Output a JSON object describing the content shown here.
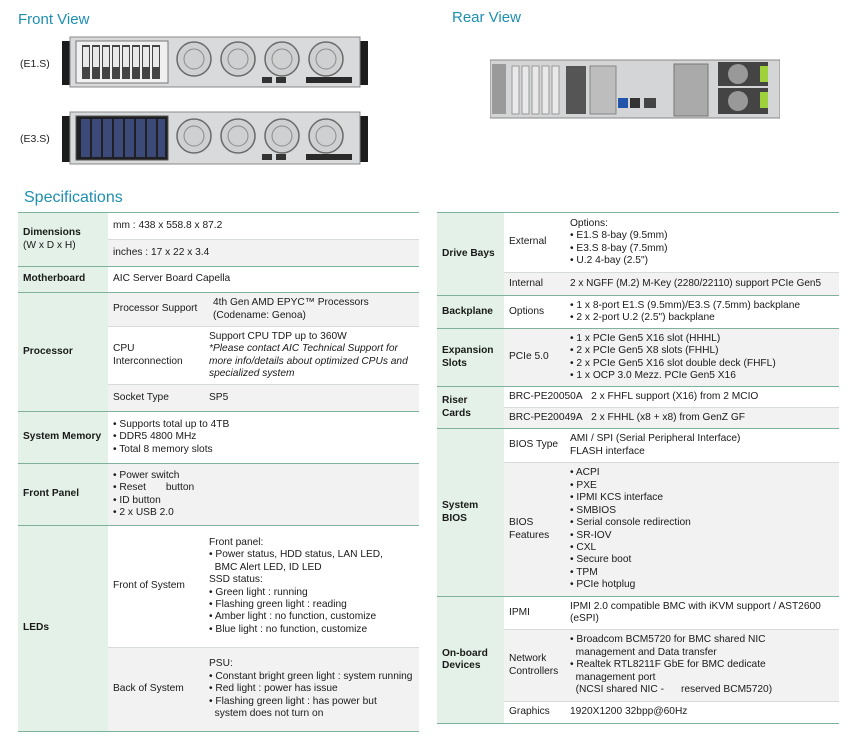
{
  "views": {
    "front": "Front View",
    "rear": "Rear View"
  },
  "variants": {
    "e1s": "(E1.S)",
    "e3s": "(E3.S)"
  },
  "specs_title": "Specifications",
  "left": {
    "dimensions": {
      "label": "Dimensions",
      "sublabel": "(W x D x H)",
      "mm": "mm : 438 x 558.8 x 87.2",
      "inches": "inches : 17 x 22 x 3.4"
    },
    "motherboard": {
      "label": "Motherboard",
      "value": "AIC Server Board Capella"
    },
    "processor": {
      "label": "Processor",
      "support_label": "Processor Support",
      "support_value": "4th Gen AMD EPYC™ Processors (Codename: Genoa)",
      "cpu_label": "CPU Interconnection",
      "cpu_value": "Support CPU TDP up to 360W",
      "cpu_note": "*Please contact AIC Technical Support for more info/details about optimized CPUs and specialized system",
      "socket_label": "Socket Type",
      "socket_value": "SP5"
    },
    "memory": {
      "label": "System Memory",
      "items": [
        "• Supports total up to 4TB",
        "• DDR5 4800 MHz",
        "• Total 8 memory slots"
      ]
    },
    "front_panel": {
      "label": "Front Panel",
      "items": [
        "• Power switch",
        "• Reset       button",
        "• ID button",
        "• 2 x USB 2.0"
      ]
    },
    "leds": {
      "label": "LEDs",
      "front_label": "Front of System",
      "front_lines": [
        "Front panel:",
        "• Power status, HDD status, LAN LED,",
        "  BMC Alert LED, ID LED",
        "SSD status:",
        "• Green light : running",
        "• Flashing green light : reading",
        "• Amber light : no function, customize",
        "• Blue light : no function, customize"
      ],
      "back_label": "Back of System",
      "back_lines": [
        "PSU:",
        "• Constant bright green light : system running",
        "• Red light : power has issue",
        "• Flashing green light : has power but",
        "  system does not turn on"
      ]
    }
  },
  "right": {
    "drive_bays": {
      "label": "Drive Bays",
      "external_label": "External",
      "external_lines": [
        "Options:",
        "• E1.S 8-bay (9.5mm)",
        "• E3.S 8-bay (7.5mm)",
        "• U.2 4-bay (2.5\")"
      ],
      "internal_label": "Internal",
      "internal_value": "2 x NGFF (M.2) M-Key (2280/22110) support PCIe Gen5"
    },
    "backplane": {
      "label": "Backplane",
      "sub": "Options",
      "lines": [
        "• 1 x 8-port E1.S (9.5mm)/E3.S (7.5mm) backplane",
        "• 2 x 2-port U.2 (2.5\") backplane"
      ]
    },
    "expansion": {
      "label": "Expansion Slots",
      "sub": "PCIe 5.0",
      "lines": [
        "• 1 x PCIe Gen5 X16 slot (HHHL)",
        "• 2 x PCIe Gen5 X8 slots (FHHL)",
        "• 2 x PCIe Gen5 X16 slot double deck (FHFL)",
        "• 1 x OCP 3.0 Mezz. PCIe Gen5 X16"
      ]
    },
    "riser": {
      "label": "Riser Cards",
      "rows": [
        {
          "model": "BRC-PE20050A",
          "desc": "2 x FHFL support (X16) from 2 MCIO"
        },
        {
          "model": "BRC-PE20049A",
          "desc": "2 x FHHL (x8 + x8) from GenZ GF"
        }
      ]
    },
    "bios": {
      "label": "System BIOS",
      "type_label": "BIOS Type",
      "type_lines": [
        "AMI  / SPI (Serial Peripheral Interface)",
        "FLASH interface"
      ],
      "features_label": "BIOS Features",
      "features": [
        "• ACPI",
        "• PXE",
        "• IPMI KCS interface",
        "• SMBIOS",
        "• Serial console redirection",
        "• SR-IOV",
        "• CXL",
        "• Secure boot",
        "• TPM",
        "• PCIe hotplug"
      ]
    },
    "onboard": {
      "label": "On-board Devices",
      "ipmi_label": "IPMI",
      "ipmi_value": "IPMI 2.0 compatible BMC with iKVM support / AST2600 (eSPI)",
      "net_label": "Network Controllers",
      "net_lines": [
        "• Broadcom BCM5720 for BMC shared NIC",
        "  management and Data transfer",
        "• Realtek RTL8211F GbE for BMC dedicate",
        "  management port",
        "  (NCSI shared NIC -      reserved BCM5720)"
      ],
      "graphics_label": "Graphics",
      "graphics_value": "1920X1200 32bpp@60Hz"
    }
  }
}
